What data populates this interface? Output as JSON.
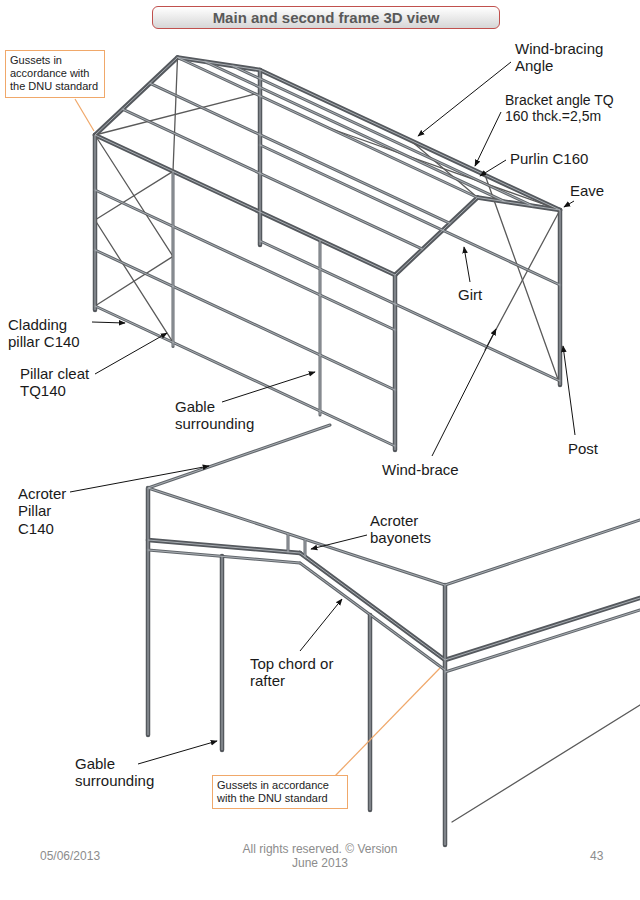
{
  "diagram": {
    "title": "Main and second frame 3D view",
    "nodes": [
      {
        "text": [
          "Gussets in accordance with the DNU standard"
        ]
      },
      {
        "text": [
          "Gussets in accordance with the DNU standard"
        ]
      }
    ],
    "labels": [
      "Wind-bracing Angle",
      "Bracket angle TQ 160 thck.=2,5m",
      "Purlin C160",
      "Eave",
      "Girt",
      "Cladding pillar C140",
      "Pillar cleat TQ140",
      "Gable surrounding",
      "Wind-brace",
      "Post",
      "Acroter Pillar C140",
      "Acroter bayonets",
      "Top chord or rafter",
      "Gable surrounding",
      "05/06/2013",
      "All rights reserved. © Version June 2013",
      "43"
    ]
  }
}
